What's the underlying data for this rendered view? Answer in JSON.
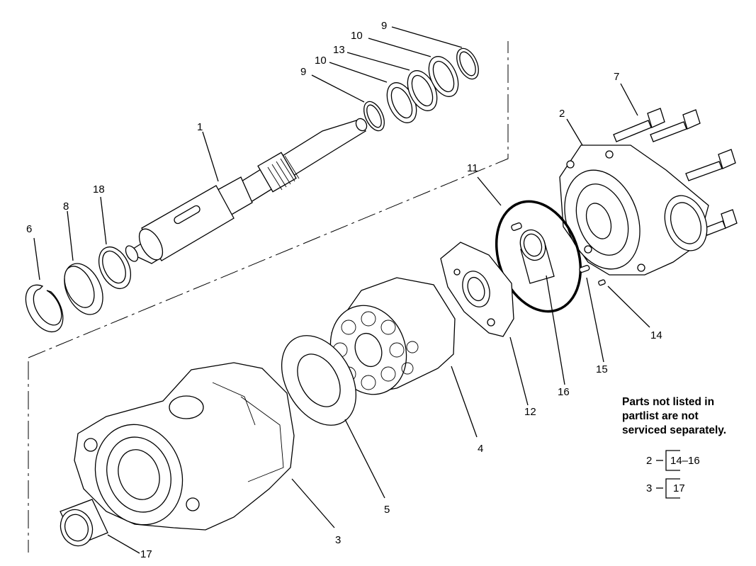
{
  "callouts": [
    {
      "id": "c1",
      "label": "1"
    },
    {
      "id": "c2",
      "label": "2"
    },
    {
      "id": "c3",
      "label": "3"
    },
    {
      "id": "c4",
      "label": "4"
    },
    {
      "id": "c5",
      "label": "5"
    },
    {
      "id": "c6",
      "label": "6"
    },
    {
      "id": "c7",
      "label": "7"
    },
    {
      "id": "c8",
      "label": "8"
    },
    {
      "id": "c9a",
      "label": "9"
    },
    {
      "id": "c9b",
      "label": "9"
    },
    {
      "id": "c10a",
      "label": "10"
    },
    {
      "id": "c10b",
      "label": "10"
    },
    {
      "id": "c11",
      "label": "11"
    },
    {
      "id": "c12",
      "label": "12"
    },
    {
      "id": "c13",
      "label": "13"
    },
    {
      "id": "c14",
      "label": "14"
    },
    {
      "id": "c15",
      "label": "15"
    },
    {
      "id": "c16",
      "label": "16"
    },
    {
      "id": "c17",
      "label": "17"
    },
    {
      "id": "c18",
      "label": "18"
    }
  ],
  "note": {
    "line1": "Parts not listed in",
    "line2": "partlist are not",
    "line3": "serviced separately."
  },
  "legend": [
    {
      "parent": "2",
      "children": "14–16"
    },
    {
      "parent": "3",
      "children": "17"
    }
  ]
}
